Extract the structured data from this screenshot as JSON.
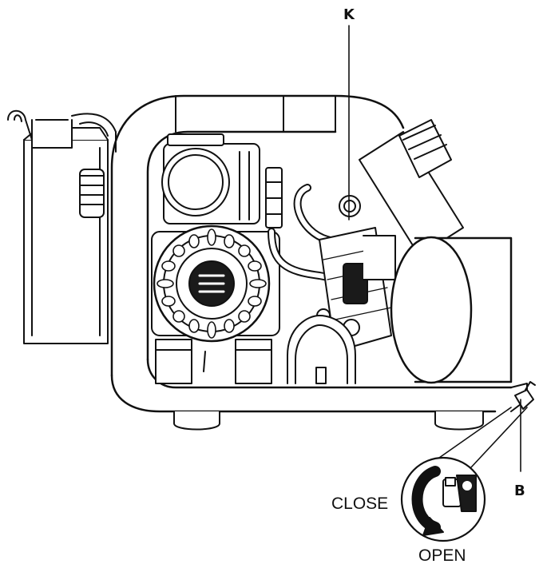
{
  "labels": {
    "k": "K",
    "b": "B",
    "close": "CLOSE",
    "open": "OPEN"
  },
  "colors": {
    "stroke": "#111111",
    "fill": "#ffffff",
    "dark": "#1a1a1a"
  }
}
